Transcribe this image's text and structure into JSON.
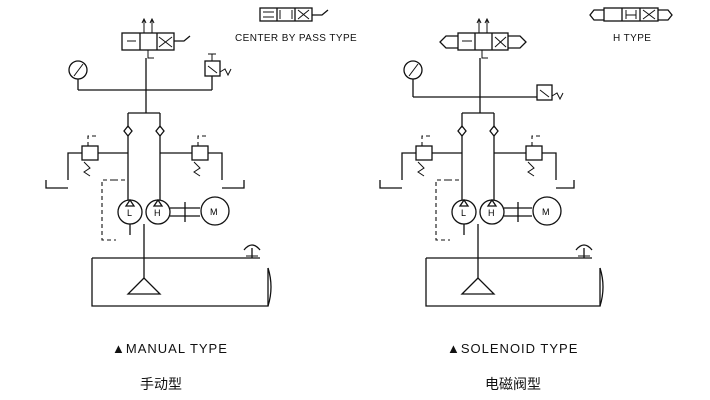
{
  "labels": {
    "center_bypass": "CENTER BY PASS TYPE",
    "h_type": "H TYPE",
    "manual_caption": "MANUAL  TYPE",
    "solenoid_caption": "SOLENOID  TYPE",
    "manual_cn": "手动型",
    "solenoid_cn": "电磁阀型"
  },
  "pump_letters": {
    "low": "L",
    "high": "H",
    "motor": "M"
  },
  "caption_marker": "▲"
}
